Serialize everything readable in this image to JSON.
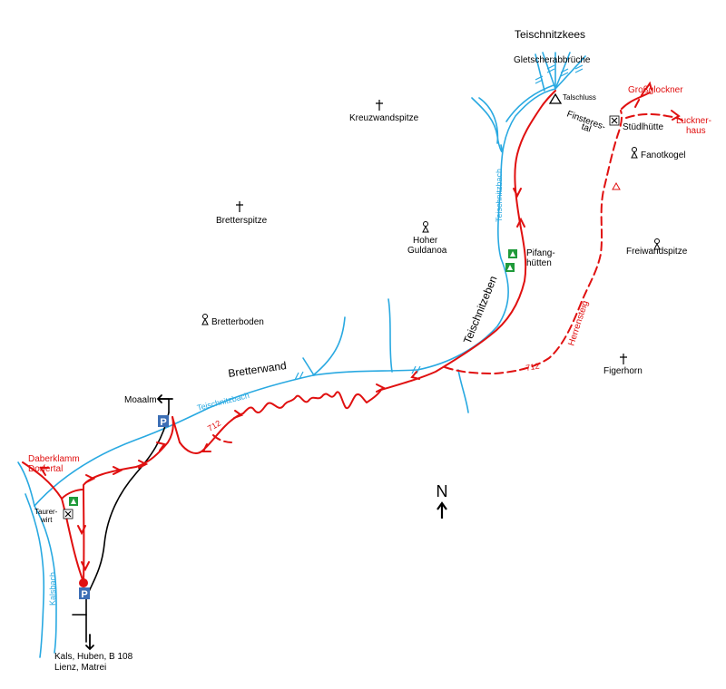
{
  "colors": {
    "trail": "#e01010",
    "water": "#29a9e1",
    "road": "#000000",
    "parking": "#3d6fb5",
    "hut": "#1f9a3a"
  },
  "labels": {
    "glacier": "Teischnitzkees",
    "icefall": "Gletscherabbrüche",
    "valley_end": "Talschluss",
    "finsteres_tal_1": "Finsteres-",
    "finsteres_tal_2": "tal",
    "kreuzwandspitze": "Kreuzwandspitze",
    "bretterspitze": "Bretterspitze",
    "hoher_guldanoa_1": "Hoher",
    "hoher_guldanoa_2": "Guldanoa",
    "bretterboden": "Bretterboden",
    "bretterwand": "Bretterwand",
    "teischnitzeben": "Teischnitzeben",
    "pifanghuetten_1": "Pifang-",
    "pifanghuetten_2": "hütten",
    "freiwandspitze": "Freiwandspitze",
    "figerhorn": "Figerhorn",
    "fanotkogel": "Fanotkogel",
    "studlhutte": "Stüdlhütte",
    "moaalm": "Moaalm",
    "taurerwirt_1": "Taurer-",
    "taurerwirt_2": "wirt",
    "bottom_dest_1": "Kals, Huben, B 108",
    "bottom_dest_2": "Lienz, Matrei",
    "north": "N"
  },
  "red_labels": {
    "grossglockner": "Großglockner",
    "lucknerhaus_1": "Luckner-",
    "lucknerhaus_2": "haus",
    "daberklamm": "Daberklamm",
    "dorfertal": "Dorfertal",
    "herrensteig": "Herrensteig",
    "trail_712_a": "712",
    "trail_712_b": "712"
  },
  "water_labels": {
    "teischnitzbach_upper": "Teischnitzbach",
    "teischnitzbach_lower": "Teischnitzbach",
    "kalsbach": "Kalsbach"
  },
  "icons": {
    "summit": "cross-icon",
    "viewpoint": "cairn-icon",
    "hut": "hut-icon",
    "restaurant": "cutlery-icon",
    "parking": "parking-icon",
    "warning": "warning-triangle-icon",
    "valley_end": "triangle-icon",
    "parking_letter": "P"
  }
}
